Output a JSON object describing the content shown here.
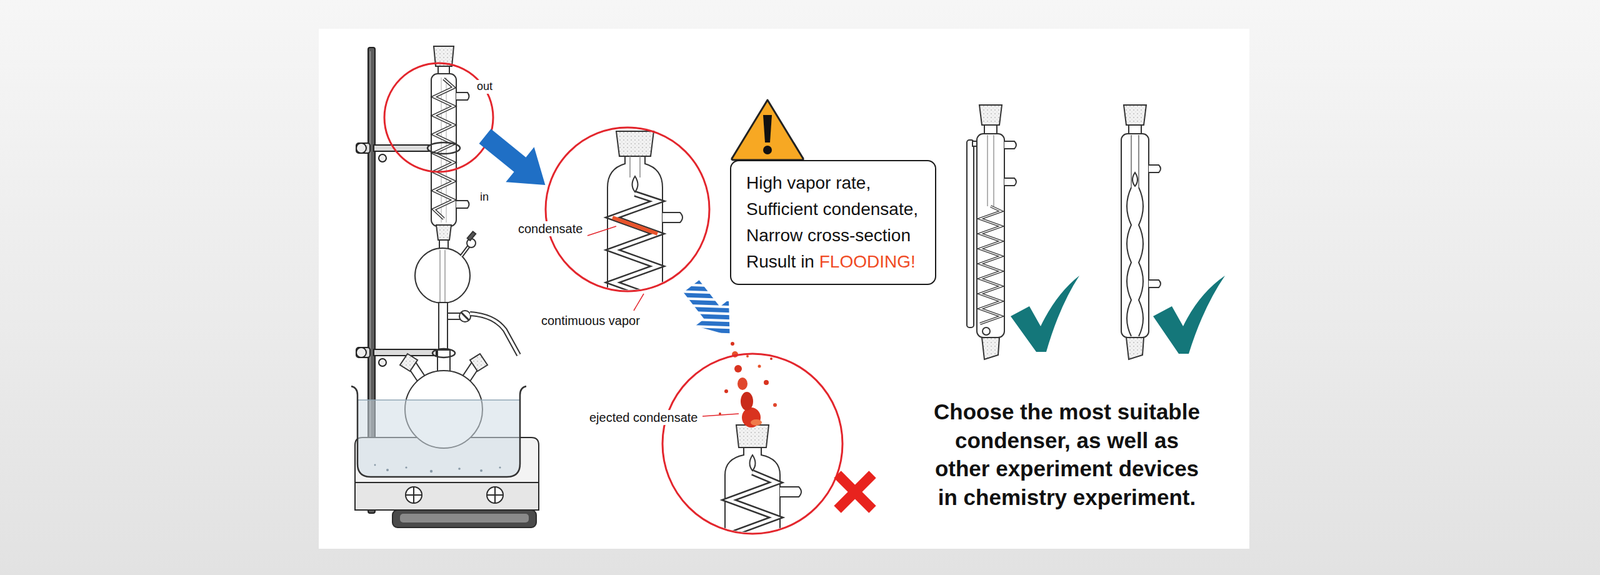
{
  "diagram": {
    "nodes": [
      {
        "text": [
          "High vapor rate,",
          "Sufficient condensate,",
          "Narrow cross-section",
          "Rusult in",
          "FLOODING!"
        ]
      }
    ],
    "labels": [
      "out",
      "in",
      "condensate",
      "contimuous vapor",
      "ejected condensate",
      "Choose the most suitable condenser, as well as other experiment devices in chemistry experiment."
    ]
  }
}
